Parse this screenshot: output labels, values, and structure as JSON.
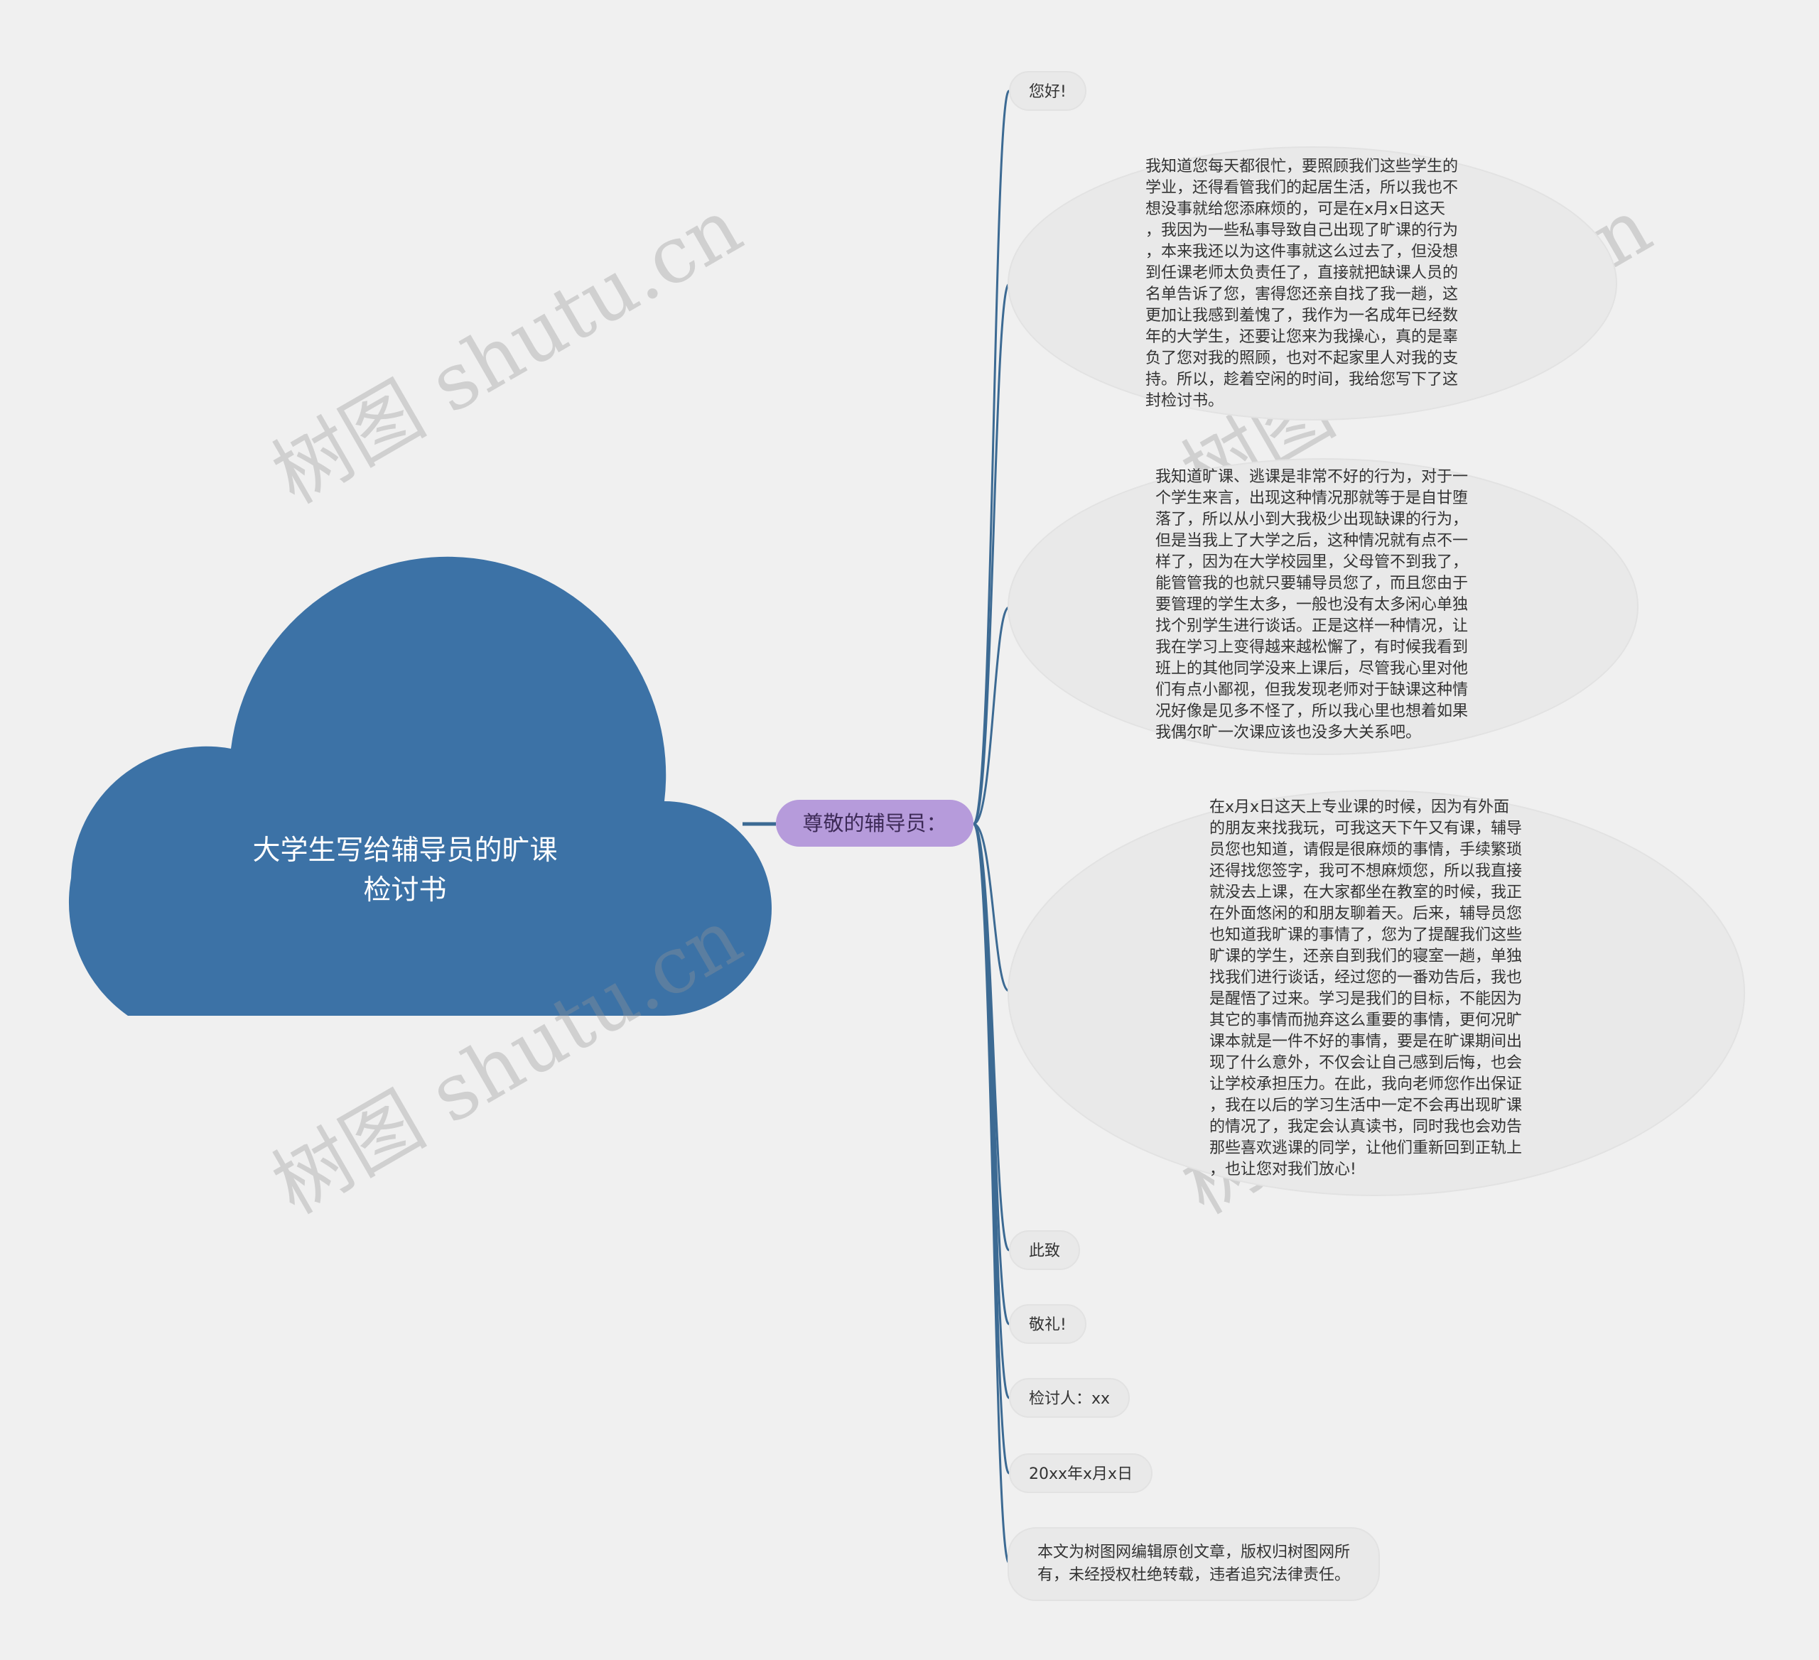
{
  "watermark": "树图 shutu.cn",
  "colors": {
    "root": "#3c72a6",
    "line": "#3c6a93",
    "sub": "#b69bdb",
    "leaf": "#e9e9e9"
  },
  "root": {
    "title": "大学生写给辅导员的旷课\n检讨书"
  },
  "sub": {
    "label": "尊敬的辅导员："
  },
  "leaves": [
    {
      "text": "您好!"
    },
    {
      "text": "我知道您每天都很忙，要照顾我们这些学生的\n学业，还得看管我们的起居生活，所以我也不\n想没事就给您添麻烦的，可是在x月x日这天\n，我因为一些私事导致自己出现了旷课的行为\n，本来我还以为这件事就这么过去了，但没想\n到任课老师太负责任了，直接就把缺课人员的\n名单告诉了您，害得您还亲自找了我一趟，这\n更加让我感到羞愧了，我作为一名成年已经数\n年的大学生，还要让您来为我操心，真的是辜\n负了您对我的照顾，也对不起家里人对我的支\n持。所以，趁着空闲的时间，我给您写下了这\n封检讨书。"
    },
    {
      "text": "我知道旷课、逃课是非常不好的行为，对于一\n个学生来言，出现这种情况那就等于是自甘堕\n落了，所以从小到大我极少出现缺课的行为，\n但是当我上了大学之后，这种情况就有点不一\n样了，因为在大学校园里，父母管不到我了，\n能管管我的也就只要辅导员您了，而且您由于\n要管理的学生太多，一般也没有太多闲心单独\n找个别学生进行谈话。正是这样一种情况，让\n我在学习上变得越来越松懈了，有时候我看到\n班上的其他同学没来上课后，尽管我心里对他\n们有点小鄙视，但我发现老师对于缺课这种情\n况好像是见多不怪了，所以我心里也想着如果\n我偶尔旷一次课应该也没多大关系吧。"
    },
    {
      "text": "在x月x日这天上专业课的时候，因为有外面\n的朋友来找我玩，可我这天下午又有课，辅导\n员您也知道，请假是很麻烦的事情，手续繁琐\n还得找您签字，我可不想麻烦您，所以我直接\n就没去上课，在大家都坐在教室的时候，我正\n在外面悠闲的和朋友聊着天。后来，辅导员您\n也知道我旷课的事情了，您为了提醒我们这些\n旷课的学生，还亲自到我们的寝室一趟，单独\n找我们进行谈话，经过您的一番劝告后，我也\n是醒悟了过来。学习是我们的目标，不能因为\n其它的事情而抛弃这么重要的事情，更何况旷\n课本就是一件不好的事情，要是在旷课期间出\n现了什么意外，不仅会让自己感到后悔，也会\n让学校承担压力。在此，我向老师您作出保证\n，我在以后的学习生活中一定不会再出现旷课\n的情况了，我定会认真读书，同时我也会劝告\n那些喜欢逃课的同学，让他们重新回到正轨上\n，也让您对我们放心!"
    },
    {
      "text": "此致"
    },
    {
      "text": "敬礼!"
    },
    {
      "text": "检讨人：xx"
    },
    {
      "text": "20xx年x月x日"
    },
    {
      "text": "本文为树图网编辑原创文章，版权归树图网所\n有，未经授权杜绝转载，违者追究法律责任。"
    }
  ]
}
